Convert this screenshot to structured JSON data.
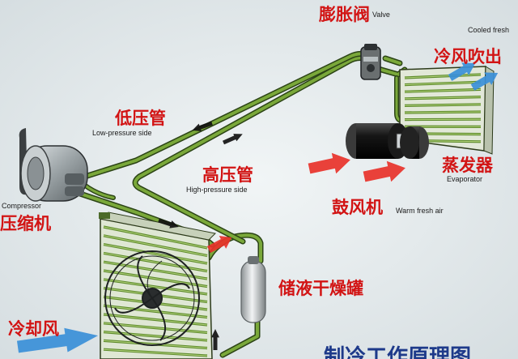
{
  "labels": {
    "valve_cn": "膨胀阀",
    "valve_en": "Valve",
    "cooled_fresh_en": "Cooled fresh",
    "cold_air_out_cn": "冷风吹出",
    "low_pressure_cn": "低压管",
    "low_pressure_en": "Low-pressure side",
    "high_pressure_cn": "高压管",
    "high_pressure_en": "High-pressure side",
    "evaporator_cn": "蒸发器",
    "evaporator_en": "Evaporator",
    "blower_cn": "鼓风机",
    "warm_fresh_air_en": "Warm fresh air",
    "compressor_en": "Compressor",
    "compressor_cn": "压缩机",
    "receiver_dryer_cn": "储液干燥罐",
    "cooling_air_cn": "冷却风",
    "title_cn": "制冷工作原理图"
  },
  "colors": {
    "label_red": "#d21414",
    "pipe_green": "#7aa83a",
    "arrow_red": "#e8322a",
    "arrow_blue": "#3a8fd8",
    "title_blue": "#1e3a8a"
  }
}
